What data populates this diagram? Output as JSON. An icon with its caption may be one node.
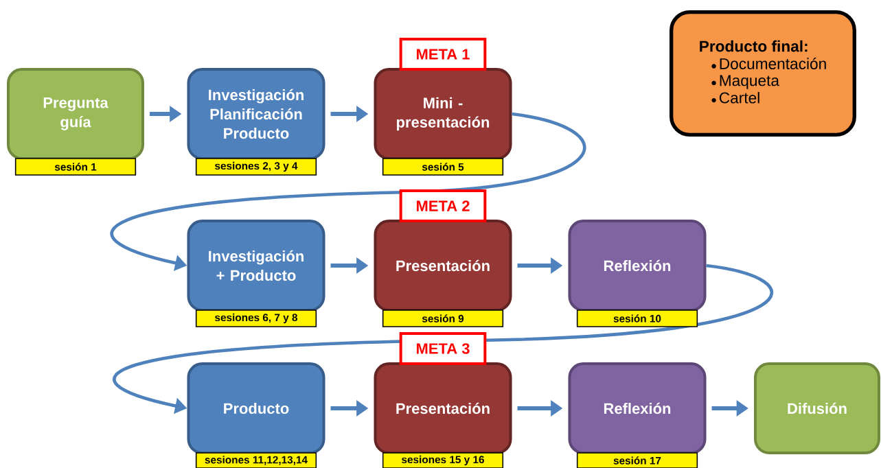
{
  "diagram": {
    "nodes": [
      {
        "text": [
          "Pregunta guía"
        ],
        "beside": [
          "sesión 1"
        ]
      },
      {
        "text": [
          "Investigación Planificación Producto"
        ],
        "beside": [
          "sesiones 2, 3 y 4"
        ]
      },
      {
        "text": [
          "Mini - presentación"
        ],
        "beside": [
          "META 1",
          "sesión 5"
        ]
      },
      {
        "text": [
          "Investigación + Producto"
        ],
        "beside": [
          "sesiones 6, 7 y 8"
        ]
      },
      {
        "text": [
          "Presentación"
        ],
        "beside": [
          "META 2",
          "sesión 9"
        ]
      },
      {
        "text": [
          "Reflexión"
        ],
        "beside": [
          "sesión 10"
        ]
      },
      {
        "text": [
          "Producto"
        ],
        "beside": [
          "sesiones 11,12,13,14"
        ]
      },
      {
        "text": [
          "Presentación"
        ],
        "beside": [
          "META 3",
          "sesiones 15 y 16"
        ]
      },
      {
        "text": [
          "Reflexión"
        ],
        "beside": [
          "sesión 17"
        ]
      },
      {
        "text": [
          "Difusión"
        ]
      },
      {
        "text": [
          "Producto final:",
          "Documentación",
          "Maqueta",
          "Cartel"
        ]
      }
    ],
    "edges": [
      {
        "from": 0,
        "to": 1,
        "arrow": "to"
      },
      {
        "from": 1,
        "to": 2,
        "arrow": "to"
      },
      {
        "from": 2,
        "to": 3,
        "arrow": "to"
      },
      {
        "from": 3,
        "to": 4,
        "arrow": "to"
      },
      {
        "from": 4,
        "to": 5,
        "arrow": "to"
      },
      {
        "from": 5,
        "to": 6,
        "arrow": "to"
      },
      {
        "from": 6,
        "to": 7,
        "arrow": "to"
      },
      {
        "from": 7,
        "to": 8,
        "arrow": "to"
      },
      {
        "from": 8,
        "to": 9,
        "arrow": "to"
      }
    ]
  }
}
